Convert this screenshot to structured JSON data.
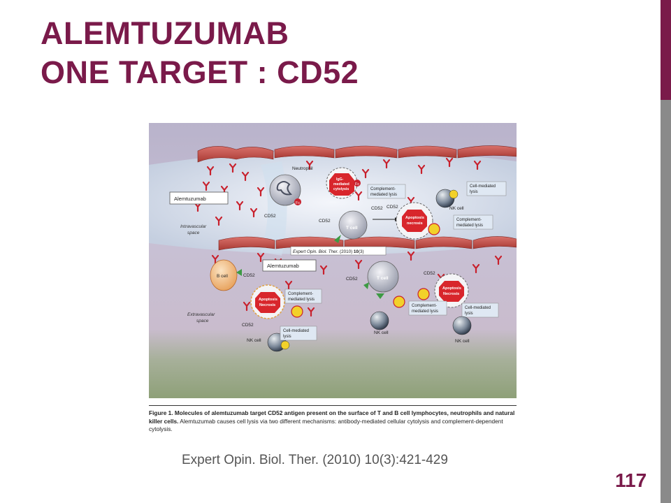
{
  "slide": {
    "title_line1": "ALEMTUZUMAB",
    "title_line2": "ONE TARGET : CD52",
    "citation": "Expert Opin. Biol. Ther. (2010) 10(3):421-429",
    "page_number": "117"
  },
  "figure": {
    "drug_label": "Alemtuzumab",
    "drug_label_2": "Alemtuzumab",
    "intravascular_line1": "Intravascular",
    "intravascular_line2": "space",
    "extravascular_line1": "Extravascular",
    "extravascular_line2": "space",
    "neutrophil": "Neutrophil",
    "fc": "Fc",
    "fc_2": "Fc",
    "cd52": "CD52",
    "igg_line1": "IgG-",
    "igg_line2": "mediated",
    "igg_line3": "cytolysis",
    "complement_line1": "Complement-",
    "complement_line2": "mediated lysis",
    "cell_mediated_line1": "Cell-mediated",
    "cell_mediated_line2": "lysis",
    "complement_short_line1": "Complement-",
    "complement_short_line2": "mediated lysis",
    "nk_cell": "NK cell",
    "t_cell": "T cell",
    "b_cell": "B cell",
    "apoptosis_line1": "Apoptosis",
    "apoptosis_line2": "necrosis",
    "apoptosis_cap_line1": "Apoptosis",
    "apoptosis_cap_line2": "Necrosis",
    "journal_prefix": "Expert Opin. Biol. Ther.",
    "journal_year": "(2010)",
    "journal_vol": "10",
    "journal_issue": "(3)"
  },
  "caption": {
    "bold": "Figure 1. Molecules of alemtuzumab target CD52 antigen present on the surface of T and B cell lymphocytes, neutrophils and natural killer cells.",
    "text": " Alemtuzumab causes cell lysis via two different mechanisms: antibody-mediated cellular cytolysis and complement-dependent cytolysis."
  },
  "colors": {
    "accent": "#7a1a4a",
    "side_gray": "#8a8a8a"
  }
}
